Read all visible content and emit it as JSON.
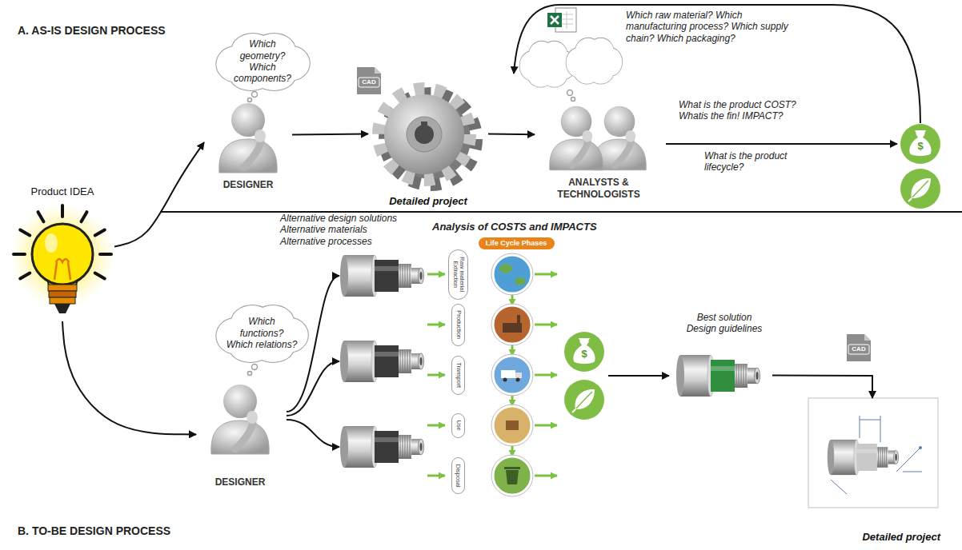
{
  "diagram": {
    "nodes": [
      {
        "text": [
          "Product IDEA"
        ]
      },
      {
        "text": [
          "Which geometry? Which components?"
        ]
      },
      {
        "text": [
          "DESIGNER"
        ]
      },
      {
        "text": [
          "Detailed project"
        ]
      },
      {
        "text": [
          "ANALYSTS & TECHNOLOGISTS"
        ]
      },
      {
        "text": [
          "Which functions? Which relations?"
        ]
      },
      {
        "text": [
          "DESIGNER"
        ]
      },
      {
        "text": [
          "Life Cycle Phases"
        ]
      },
      {
        "text": [
          "Raw material Extraction"
        ]
      },
      {
        "text": [
          "Production"
        ]
      },
      {
        "text": [
          "Transport"
        ]
      },
      {
        "text": [
          "Use"
        ]
      },
      {
        "text": [
          "Disposal"
        ]
      },
      {
        "text": [
          "Best solution Design guidelines"
        ]
      },
      {
        "text": [
          "Detailed project"
        ]
      }
    ],
    "edges": [
      {
        "from": 0,
        "to": 2,
        "arrow": "to"
      },
      {
        "from": 2,
        "to": 3,
        "arrow": "to"
      },
      {
        "from": 3,
        "to": 4,
        "arrow": "to"
      },
      {
        "from": 0,
        "to": 6,
        "arrow": "to"
      },
      {
        "from": 13,
        "to": 14,
        "arrow": "to"
      }
    ],
    "labels": [
      "A. AS-IS DESIGN PROCESS",
      "CAD",
      "Which raw material? Which manufacturing process? Which supply chain? Which packaging?",
      "What is the product COST? Whatis the fin! IMPACT?",
      "What is the product lifecycle?",
      "$",
      "Alternative design solutions Alternative materials Alternative processes",
      "Analysis of COSTS and IMPACTS",
      "$",
      "CAD",
      "B. TO-BE DESIGN PROCESS"
    ]
  }
}
